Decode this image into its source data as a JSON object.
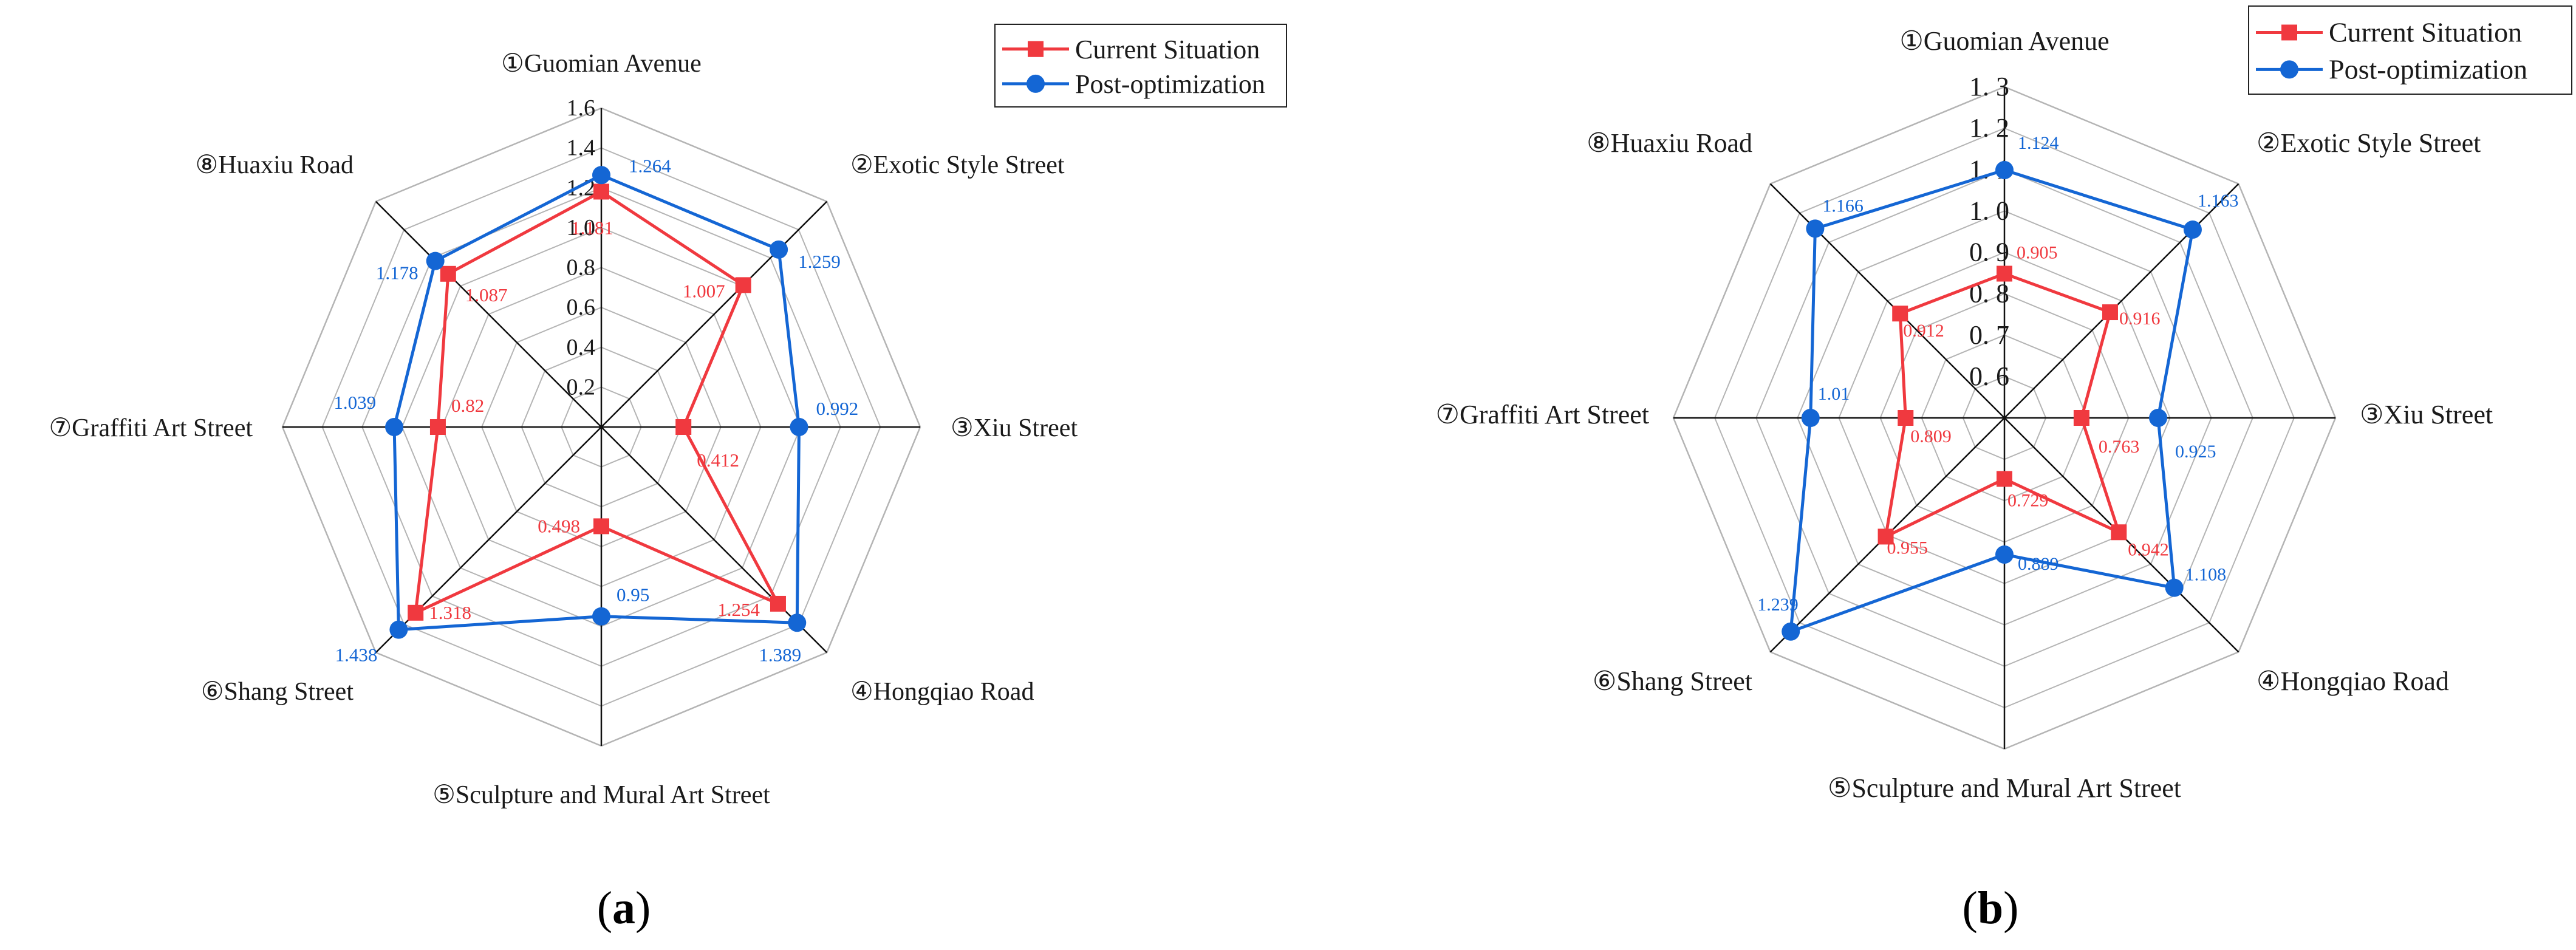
{
  "colors": {
    "current": "#f0393f",
    "post": "#1466d4",
    "grid": "#b4b4b4",
    "axis": "#111111"
  },
  "chart_data": [
    {
      "type": "radar",
      "panel_label": "(a)",
      "categories": [
        "①Guomian Avenue",
        "②Exotic Style Street",
        "③Xiu Street",
        "④Hongqiao Road",
        "⑤Sculpture and Mural Art Street",
        "⑥Shang Street",
        "⑦Graffiti Art Street",
        "⑧Huaxiu Road"
      ],
      "range": [
        0,
        1.6
      ],
      "ticks": [
        "0.2",
        "0.4",
        "0.6",
        "0.8",
        "1.0",
        "1.2",
        "1.4",
        "1.6"
      ],
      "grid": true,
      "legend_position": "top-right",
      "series": [
        {
          "name": "Current Situation",
          "marker": "square",
          "values": [
            1.181,
            1.007,
            0.412,
            1.254,
            0.498,
            1.318,
            0.82,
            1.087
          ],
          "labels": [
            "1.181",
            "1.007",
            "0.412",
            "1.254",
            "0.498",
            "1.318",
            "0.82",
            "1.087"
          ]
        },
        {
          "name": "Post-optimization",
          "marker": "circle",
          "values": [
            1.264,
            1.259,
            0.992,
            1.389,
            0.95,
            1.438,
            1.039,
            1.178
          ],
          "labels": [
            "1.264",
            "1.259",
            "0.992",
            "1.389",
            "0.95",
            "1.438",
            "1.039",
            "1.178"
          ]
        }
      ]
    },
    {
      "type": "radar",
      "panel_label": "(b)",
      "categories": [
        "①Guomian Avenue",
        "②Exotic Style Street",
        "③Xiu Street",
        "④Hongqiao Road",
        "⑤Sculpture and Mural Art Street",
        "⑥Shang Street",
        "⑦Graffiti Art Street",
        "⑧Huaxiu Road"
      ],
      "range": [
        0.6,
        1.3
      ],
      "ticks": [
        "0. 6",
        "0. 7",
        "0. 8",
        "0. 9",
        "1. 0",
        "1. 1",
        "1. 2",
        "1. 3"
      ],
      "grid": true,
      "legend_position": "top-right",
      "series": [
        {
          "name": "Current Situation",
          "marker": "square",
          "values": [
            0.905,
            0.916,
            0.763,
            0.942,
            0.729,
            0.955,
            0.809,
            0.912
          ],
          "labels": [
            "0.905",
            "0.916",
            "0.763",
            "0.942",
            "0.729",
            "0.955",
            "0.809",
            "0.912"
          ]
        },
        {
          "name": "Post-optimization",
          "marker": "circle",
          "values": [
            1.124,
            1.163,
            0.925,
            1.108,
            0.889,
            1.239,
            1.01,
            1.166
          ],
          "labels": [
            "1.124",
            "1.163",
            "0.925",
            "1.108",
            "0.889",
            "1.239",
            "1.01",
            "1.166"
          ]
        }
      ]
    }
  ]
}
